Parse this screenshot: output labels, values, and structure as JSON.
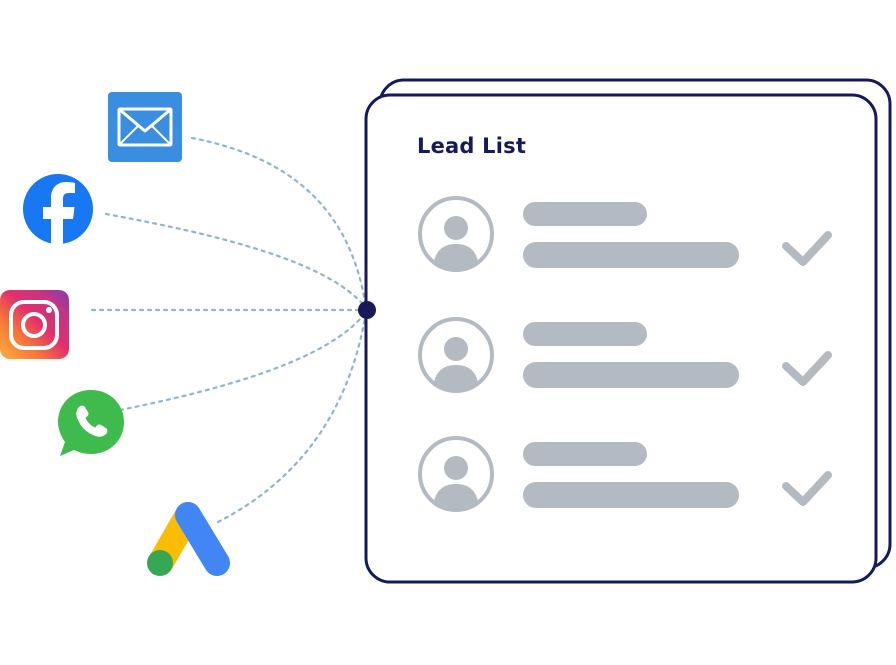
{
  "card": {
    "title": "Lead List"
  },
  "sources": [
    {
      "name": "email",
      "icon": "envelope-icon"
    },
    {
      "name": "facebook",
      "icon": "facebook-icon"
    },
    {
      "name": "instagram",
      "icon": "instagram-icon"
    },
    {
      "name": "whatsapp",
      "icon": "whatsapp-icon"
    },
    {
      "name": "google-ads",
      "icon": "google-ads-icon"
    }
  ],
  "leads": [
    {
      "avatar": "user-avatar-icon",
      "status": "checkmark-icon"
    },
    {
      "avatar": "user-avatar-icon",
      "status": "checkmark-icon"
    },
    {
      "avatar": "user-avatar-icon",
      "status": "checkmark-icon"
    }
  ],
  "colors": {
    "navy": "#161a5c",
    "connector": "#8fb4d1",
    "placeholder": "#b3bac2",
    "email": "#3a8ee0",
    "facebook": "#1877f2",
    "whatsapp": "#3fba4d",
    "ads_blue": "#4285f4",
    "ads_yellow": "#fbbc04",
    "ads_green": "#34a853"
  }
}
